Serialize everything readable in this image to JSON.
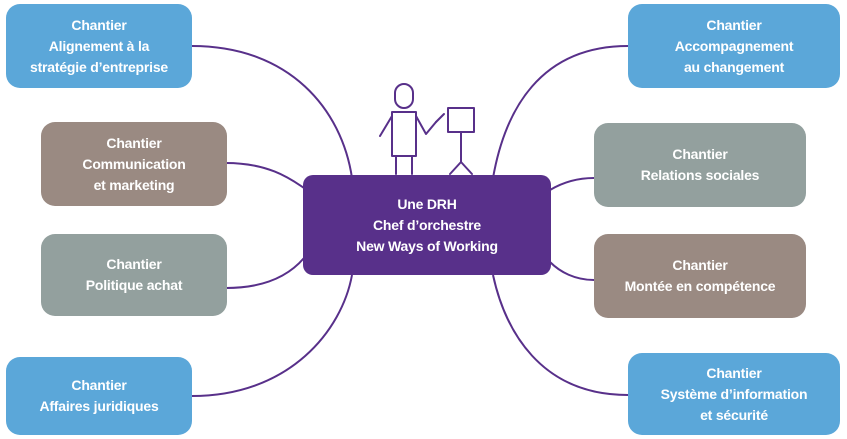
{
  "center": {
    "lines": [
      "Une DRH",
      "Chef d’orchestre",
      "New Ways of Working"
    ],
    "color": "#58308a"
  },
  "colors": {
    "blue": "#5ba7d9",
    "brown": "#9a8a82",
    "gray": "#93a09e",
    "connector": "#58308a"
  },
  "left_nodes": [
    {
      "lines": [
        "Chantier",
        "Alignement à la",
        "stratégie d’entreprise"
      ],
      "color": "blue"
    },
    {
      "lines": [
        "Chantier",
        "Communication",
        "et marketing"
      ],
      "color": "brown"
    },
    {
      "lines": [
        "Chantier",
        "Politique achat"
      ],
      "color": "gray"
    },
    {
      "lines": [
        "Chantier",
        "Affaires juridiques"
      ],
      "color": "blue"
    }
  ],
  "right_nodes": [
    {
      "lines": [
        "Chantier",
        "Accompagnement",
        "au changement"
      ],
      "color": "blue"
    },
    {
      "lines": [
        "Chantier",
        "Relations sociales"
      ],
      "color": "gray"
    },
    {
      "lines": [
        "Chantier",
        "Montée en compétence"
      ],
      "color": "brown"
    },
    {
      "lines": [
        "Chantier",
        "Système d’information",
        "et sécurité"
      ],
      "color": "blue"
    }
  ],
  "icons": [
    "conductor-icon",
    "music-stand-icon"
  ]
}
